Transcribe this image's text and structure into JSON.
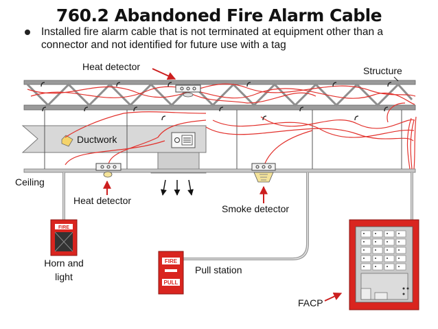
{
  "title": "760.2 Abandoned Fire Alarm Cable",
  "bullet": "Installed fire alarm cable that is not terminated at equipment other than a connector and not identified for future use with a tag",
  "labels": {
    "heat_detector_top": "Heat detector",
    "structure": "Structure",
    "ductwork": "Ductwork",
    "ceiling": "Ceiling",
    "heat_detector_bottom": "Heat detector",
    "smoke_detector": "Smoke detector",
    "horn_and_light_line1": "Horn and",
    "horn_and_light_line2": "light",
    "pull_station": "Pull station",
    "facp": "FACP"
  },
  "device_text": {
    "horn_fire": "FIRE",
    "pull_fire": "FIRE",
    "pull_pull": "PULL"
  },
  "colors": {
    "cable": "#e2302b",
    "device_red": "#d9251f",
    "truss": "#8e8e8e",
    "duct": "#d4d4d4",
    "arrow": "#cc1e1e"
  }
}
